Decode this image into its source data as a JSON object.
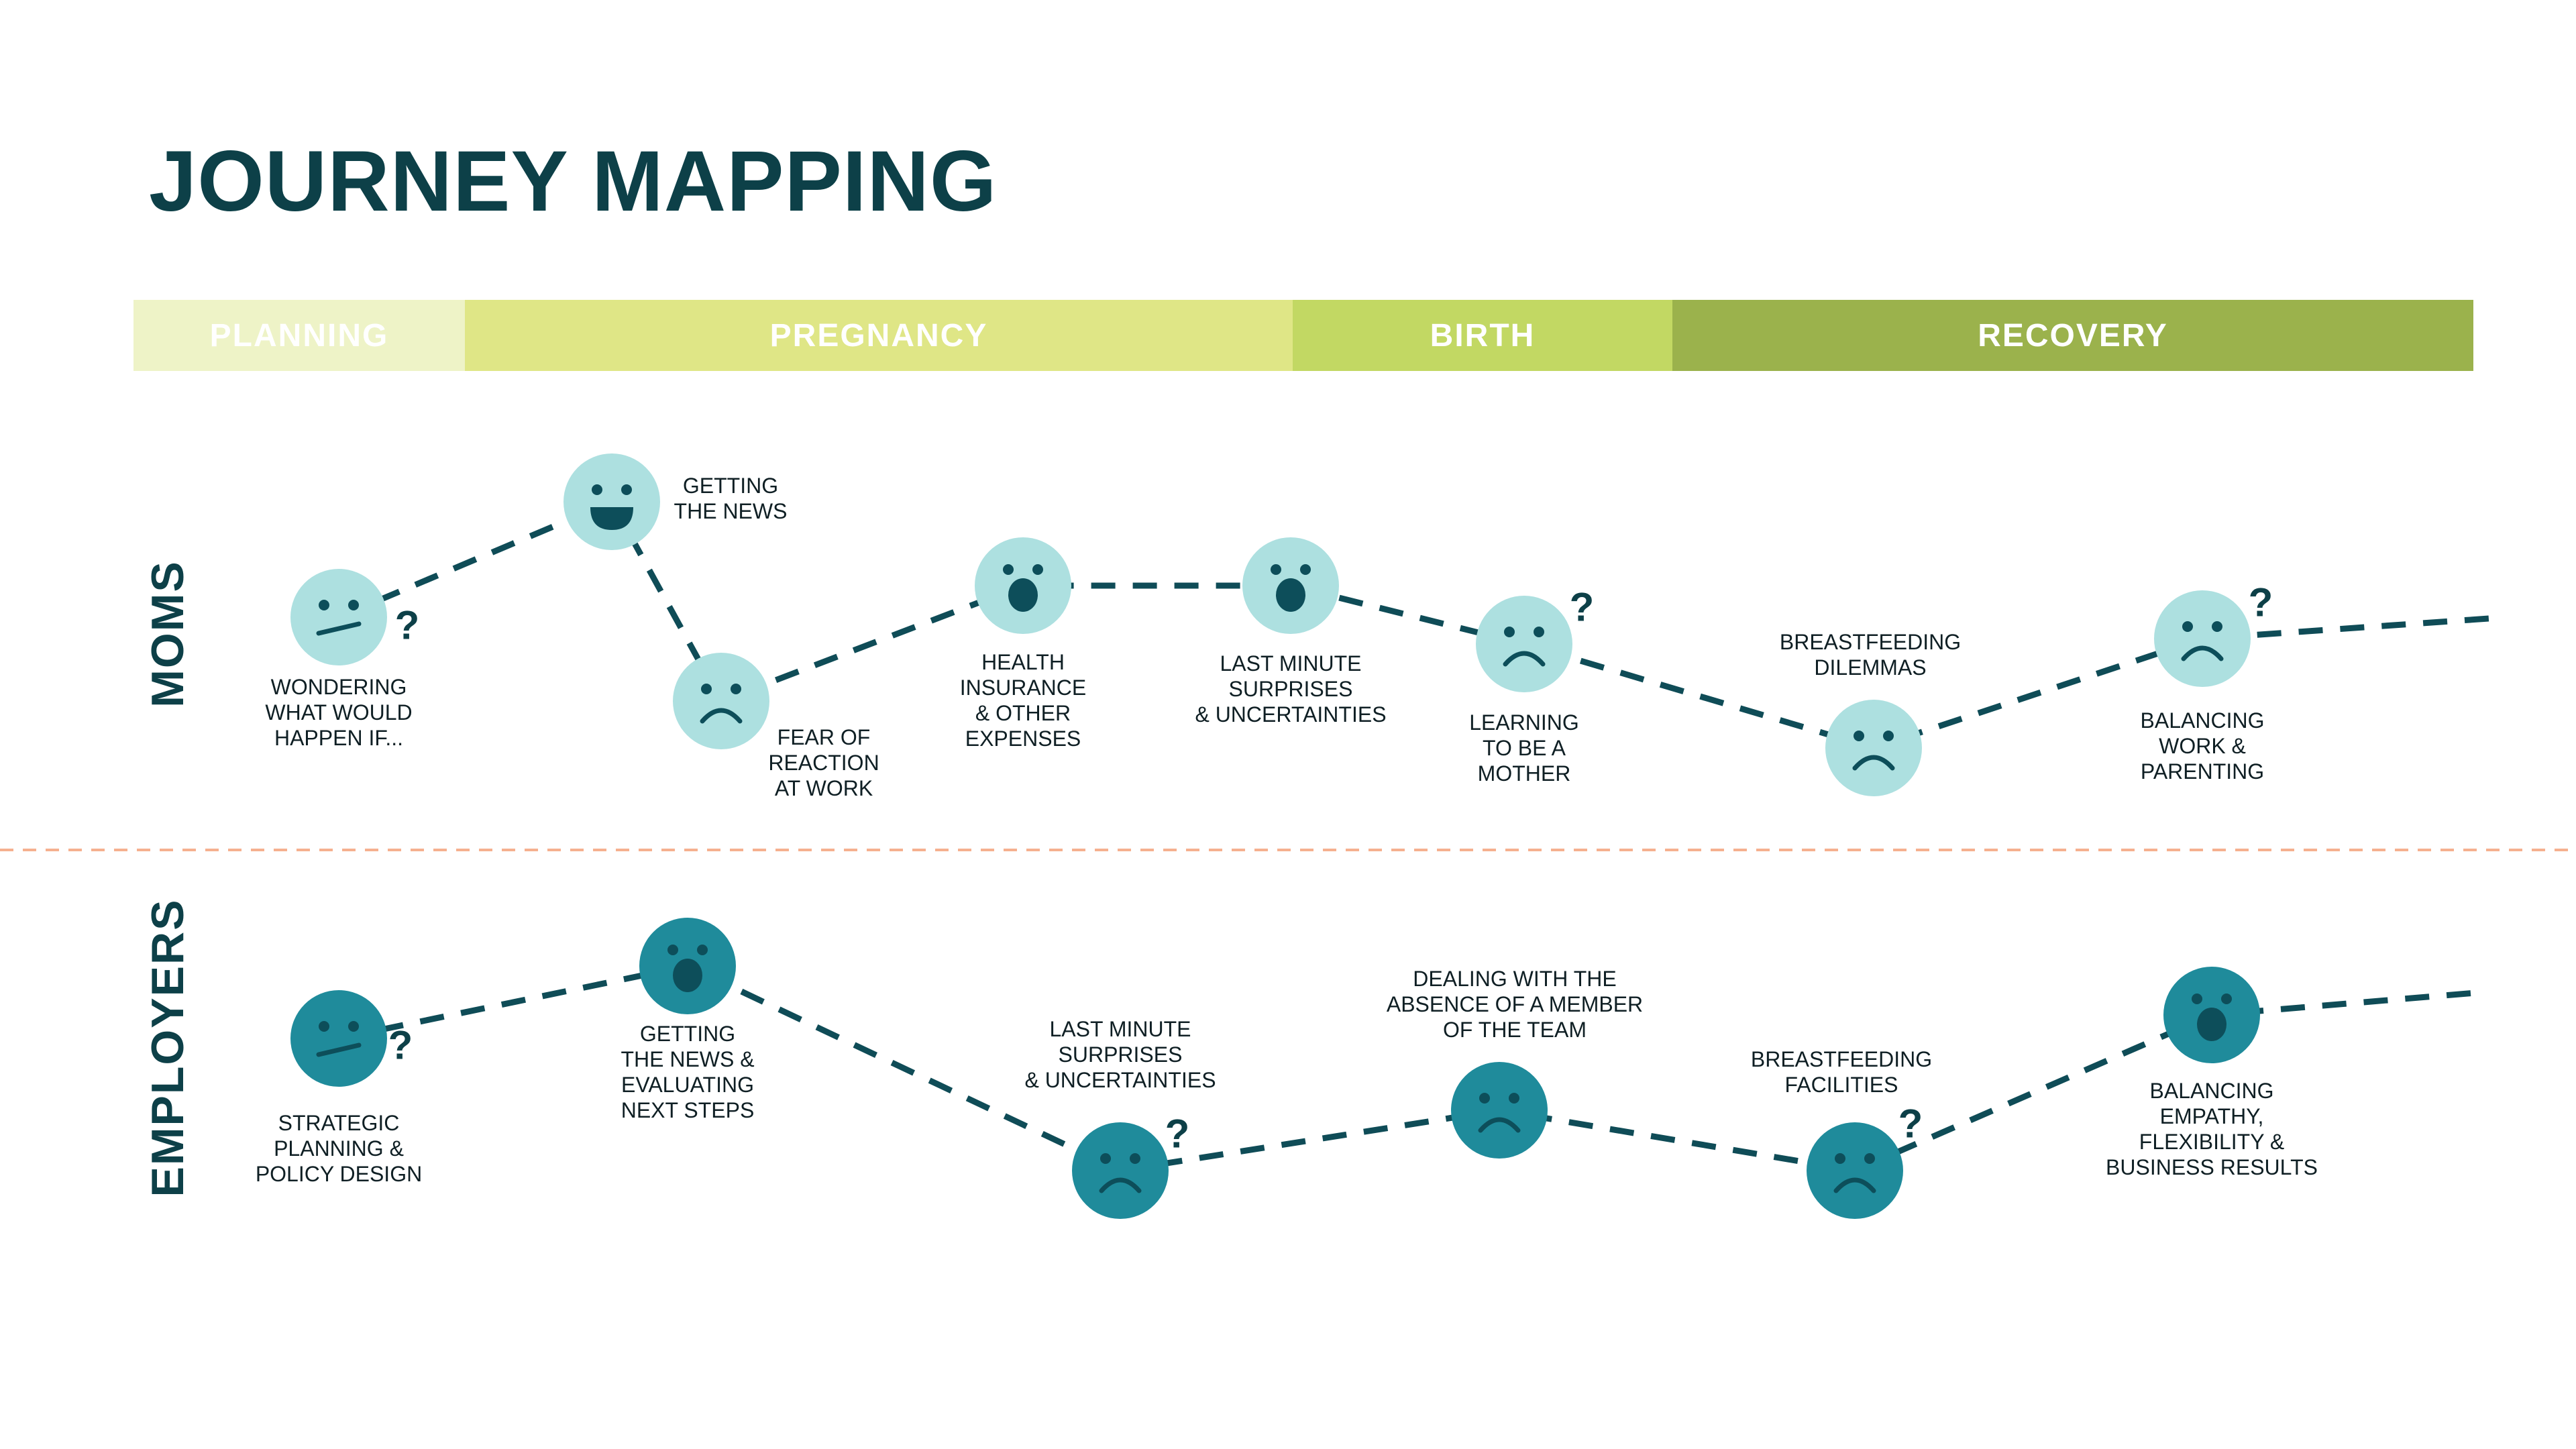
{
  "title": "JOURNEY MAPPING",
  "colors": {
    "title": "#0d4048",
    "line": "#0f4c57",
    "separator": "#f5b08f",
    "face_light": "#ade0e0",
    "face_dark": "#1f8b9b",
    "feature": "#0d4e5a"
  },
  "phases": [
    {
      "label": "PLANNING",
      "color": "#eef3c7"
    },
    {
      "label": "PREGNANCY",
      "color": "#dfe686"
    },
    {
      "label": "BIRTH",
      "color": "#c2d863"
    },
    {
      "label": "RECOVERY",
      "color": "#9bb24c"
    }
  ],
  "rows": {
    "moms": "MOMS",
    "employers": "EMPLOYERS"
  },
  "moms_steps": [
    {
      "label": "WONDERING\nWHAT WOULD\nHAPPEN IF...",
      "mood": "neutral-icon",
      "question": "?"
    },
    {
      "label": "GETTING\nTHE NEWS",
      "mood": "happy-icon",
      "question": ""
    },
    {
      "label": "FEAR OF\nREACTION\nAT WORK",
      "mood": "sad-icon",
      "question": ""
    },
    {
      "label": "HEALTH\nINSURANCE\n& OTHER\nEXPENSES",
      "mood": "surprised-icon",
      "question": ""
    },
    {
      "label": "LAST MINUTE\nSURPRISES\n& UNCERTAINTIES",
      "mood": "surprised-icon",
      "question": ""
    },
    {
      "label": "LEARNING\nTO BE A\nMOTHER",
      "mood": "sad-icon",
      "question": "?"
    },
    {
      "label": "BREASTFEEDING\nDILEMMAS",
      "mood": "sad-icon",
      "question": ""
    },
    {
      "label": "BALANCING\nWORK &\nPARENTING",
      "mood": "sad-icon",
      "question": "?"
    }
  ],
  "employer_steps": [
    {
      "label": "STRATEGIC\nPLANNING &\nPOLICY DESIGN",
      "mood": "neutral-icon",
      "question": "?"
    },
    {
      "label": "GETTING\nTHE NEWS &\nEVALUATING\nNEXT STEPS",
      "mood": "surprised-icon",
      "question": ""
    },
    {
      "label": "LAST MINUTE\nSURPRISES\n& UNCERTAINTIES",
      "mood": "sad-icon",
      "question": "?"
    },
    {
      "label": "DEALING WITH THE\nABSENCE OF A MEMBER\nOF THE TEAM",
      "mood": "sad-icon",
      "question": ""
    },
    {
      "label": "BREASTFEEDING\nFACILITIES",
      "mood": "sad-icon",
      "question": "?"
    },
    {
      "label": "BALANCING\nEMPATHY,\nFLEXIBILITY &\nBUSINESS RESULTS",
      "mood": "surprised-icon",
      "question": ""
    }
  ]
}
